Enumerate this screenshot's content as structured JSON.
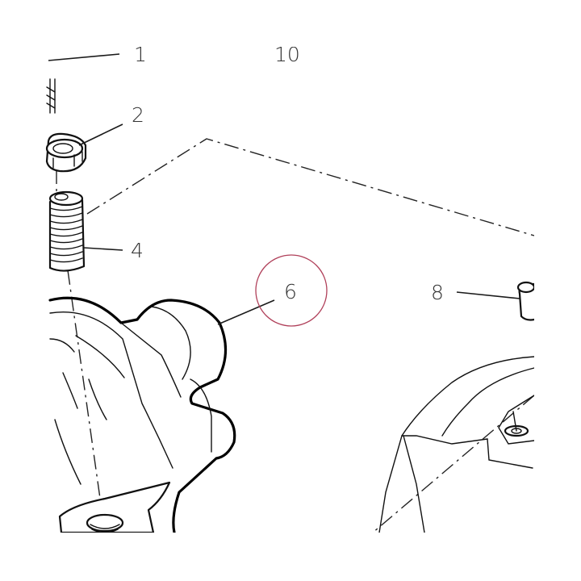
{
  "callouts": {
    "c1": "1",
    "c10": "10",
    "c2": "2",
    "c4": "4",
    "c6": "6",
    "c8": "8"
  },
  "highlight": {
    "color": "#b0405a",
    "target": "6"
  }
}
